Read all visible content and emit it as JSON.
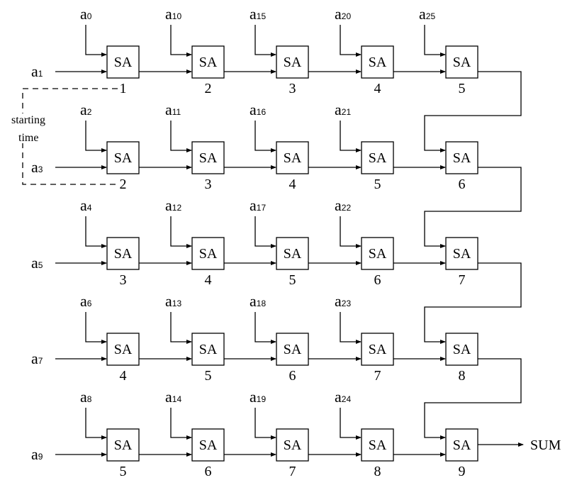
{
  "diagram": {
    "title": "Systolic adder array",
    "node_label": "SA",
    "output_label": "SUM",
    "starting_time_label": [
      "starting",
      "time"
    ],
    "rows": [
      {
        "left_input": "1",
        "top_inputs": [
          "0",
          "10",
          "15",
          "20",
          "25"
        ],
        "times": [
          "1",
          "2",
          "3",
          "4",
          "5"
        ]
      },
      {
        "left_input": "3",
        "top_inputs": [
          "2",
          "11",
          "16",
          "21",
          ""
        ],
        "times": [
          "2",
          "3",
          "4",
          "5",
          "6"
        ]
      },
      {
        "left_input": "5",
        "top_inputs": [
          "4",
          "12",
          "17",
          "22",
          ""
        ],
        "times": [
          "3",
          "4",
          "5",
          "6",
          "7"
        ]
      },
      {
        "left_input": "7",
        "top_inputs": [
          "6",
          "13",
          "18",
          "23",
          ""
        ],
        "times": [
          "4",
          "5",
          "6",
          "7",
          "8"
        ]
      },
      {
        "left_input": "9",
        "top_inputs": [
          "8",
          "14",
          "19",
          "24",
          ""
        ],
        "times": [
          "5",
          "6",
          "7",
          "8",
          "9"
        ]
      }
    ],
    "input_prefix": "a"
  }
}
